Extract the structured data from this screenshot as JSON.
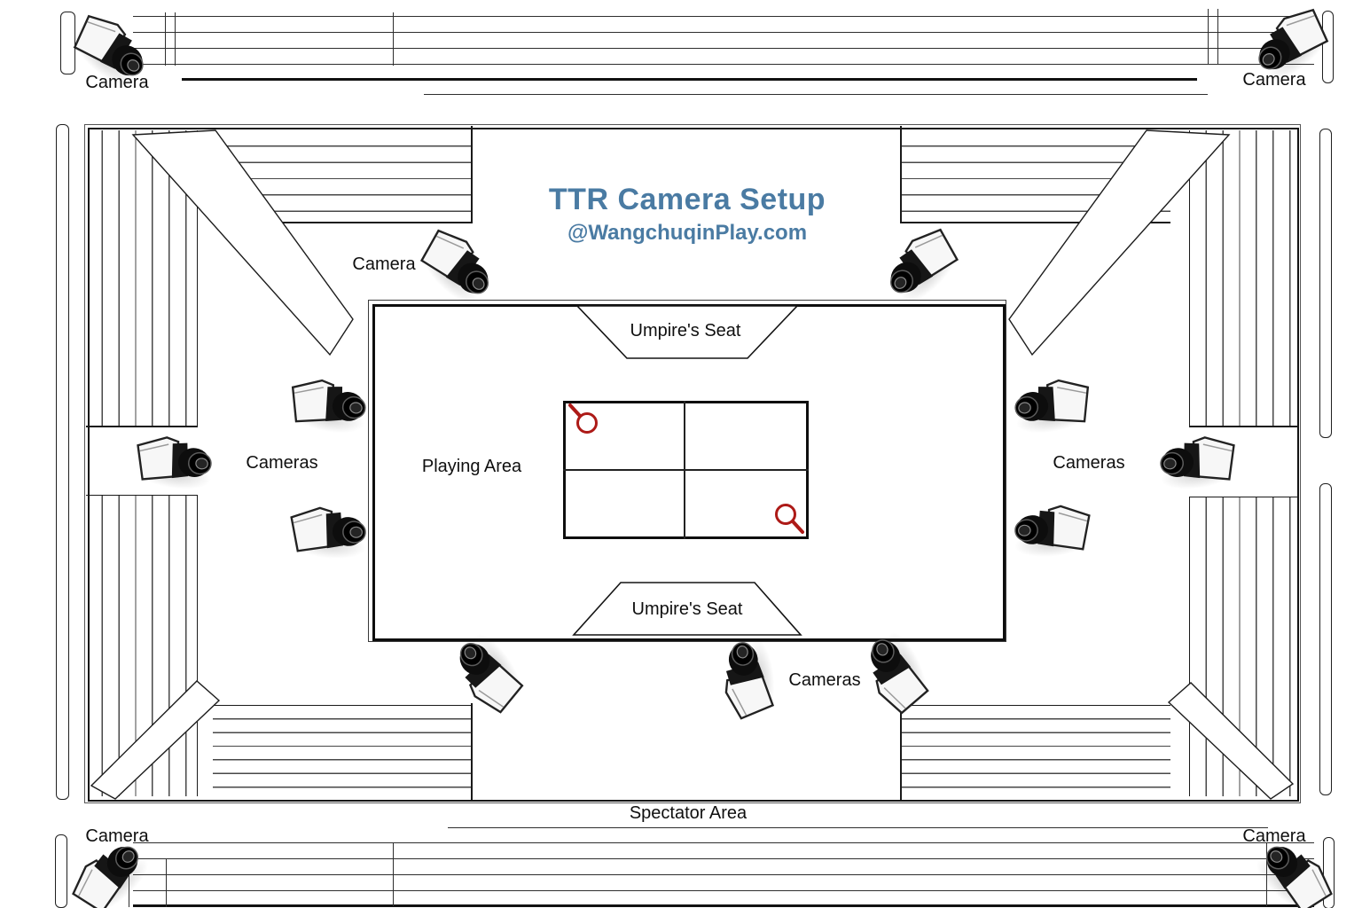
{
  "title": {
    "text": "TTR Camera Setup",
    "handle": "@WangchuqinPlay.com",
    "color": "#4a7ba3"
  },
  "zones": {
    "playing_area": "Playing Area",
    "umpire_top": "Umpire's Seat",
    "umpire_bottom": "Umpire's Seat",
    "spectator": "Spectator Area"
  },
  "camera_labels": {
    "top_left": "Camera",
    "top_right": "Camera",
    "inner_top": "Camera",
    "left_side": "Cameras",
    "right_side": "Cameras",
    "bottom_center": "Cameras",
    "bottom_left": "Camera",
    "bottom_right": "Camera"
  },
  "icons": {
    "camera_icon_count": 15,
    "racket_icon_count": 2
  },
  "colors": {
    "ink": "#1a1a1a",
    "title_blue": "#4a7ba3",
    "racket_red": "#ad1a17",
    "background": "#ffffff"
  }
}
